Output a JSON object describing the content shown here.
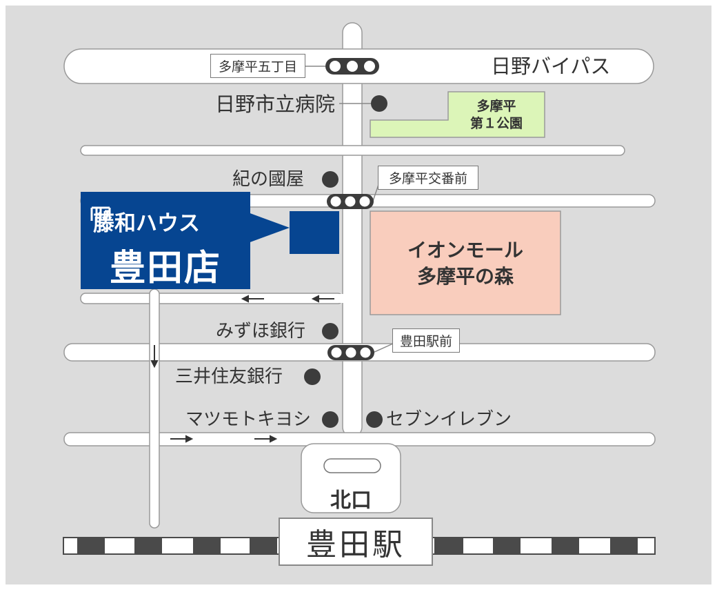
{
  "roads": {
    "hino_bypass": "日野バイパス"
  },
  "intersections": {
    "tamadaira_5chome": "多摩平五丁目",
    "tamadaira_koban_mae": "多摩平交番前",
    "toyoda_eki_mae": "豊田駅前"
  },
  "landmarks": {
    "hino_hospital": "日野市立病院",
    "kinokuniya": "紀の國屋",
    "mizuho": "みずほ銀行",
    "smbc": "三井住友銀行",
    "matsumoto": "マツモトキヨシ",
    "seven_eleven": "セブンイレブン"
  },
  "park": {
    "line1": "多摩平",
    "line2": "第１公園"
  },
  "mall": {
    "line1": "イオンモール",
    "line2": "多摩平の森"
  },
  "store": {
    "brand": "藤和ハウス",
    "branch": "豊田店"
  },
  "station": {
    "exit": "北口",
    "name": "豊田駅"
  },
  "colors": {
    "background": "#dcdcdc",
    "road": "#ffffff",
    "road_outline": "#999999",
    "park": "#dcf5b8",
    "mall": "#f9cdbd",
    "store": "#064591",
    "landmark_dot": "#3c3c3c",
    "rail_dark": "#4a4a4a"
  },
  "icons": {
    "traffic_light": "traffic-light-icon",
    "landmark": "landmark-dot-icon",
    "arrow": "one-way-arrow-icon"
  }
}
